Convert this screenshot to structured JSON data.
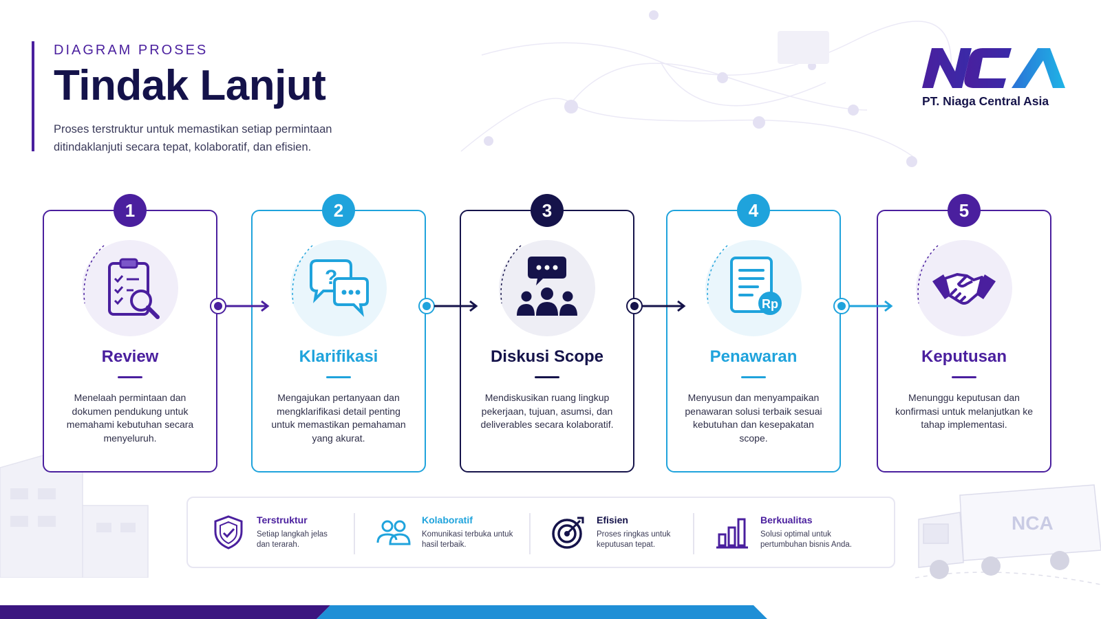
{
  "header": {
    "eyebrow": "DIAGRAM PROSES",
    "title": "Tindak Lanjut",
    "subtitle_line1": "Proses terstruktur untuk memastikan setiap permintaan",
    "subtitle_line2": "ditindaklanjuti secara tepat, kolaboratif, dan efisien."
  },
  "logo": {
    "mark": "NCA",
    "company": "PT. Niaga Central Asia"
  },
  "colors": {
    "purple": "#4a1f9e",
    "blue": "#1fa3dc",
    "navy": "#15134a"
  },
  "steps": [
    {
      "number": "1",
      "title": "Review",
      "icon": "clipboard-search-icon",
      "description": "Menelaah permintaan dan dokumen pendukung untuk memahami kebutuhan secara menyeluruh."
    },
    {
      "number": "2",
      "title": "Klarifikasi",
      "icon": "chat-question-icon",
      "description": "Mengajukan pertanyaan dan mengklarifikasi detail penting untuk memastikan pemahaman yang akurat."
    },
    {
      "number": "3",
      "title": "Diskusi Scope",
      "icon": "team-discussion-icon",
      "description": "Mendiskusikan ruang lingkup pekerjaan, tujuan, asumsi, dan deliverables secara kolaboratif."
    },
    {
      "number": "4",
      "title": "Penawaran",
      "icon": "document-rp-icon",
      "description": "Menyusun dan menyampaikan penawaran solusi terbaik sesuai kebutuhan dan kesepakatan scope."
    },
    {
      "number": "5",
      "title": "Keputusan",
      "icon": "handshake-icon",
      "description": "Menunggu keputusan dan konfirmasi untuk melanjutkan ke tahap implementasi."
    }
  ],
  "features": [
    {
      "title": "Terstruktur",
      "icon": "shield-check-icon",
      "desc_line1": "Setiap langkah jelas",
      "desc_line2": "dan terarah."
    },
    {
      "title": "Kolaboratif",
      "icon": "users-icon",
      "desc_line1": "Komunikasi terbuka untuk",
      "desc_line2": "hasil terbaik."
    },
    {
      "title": "Efisien",
      "icon": "target-icon",
      "desc_line1": "Proses ringkas untuk",
      "desc_line2": "keputusan tepat."
    },
    {
      "title": "Berkualitas",
      "icon": "bar-chart-icon",
      "desc_line1": "Solusi optimal untuk",
      "desc_line2": "pertumbuhan bisnis Anda."
    }
  ]
}
